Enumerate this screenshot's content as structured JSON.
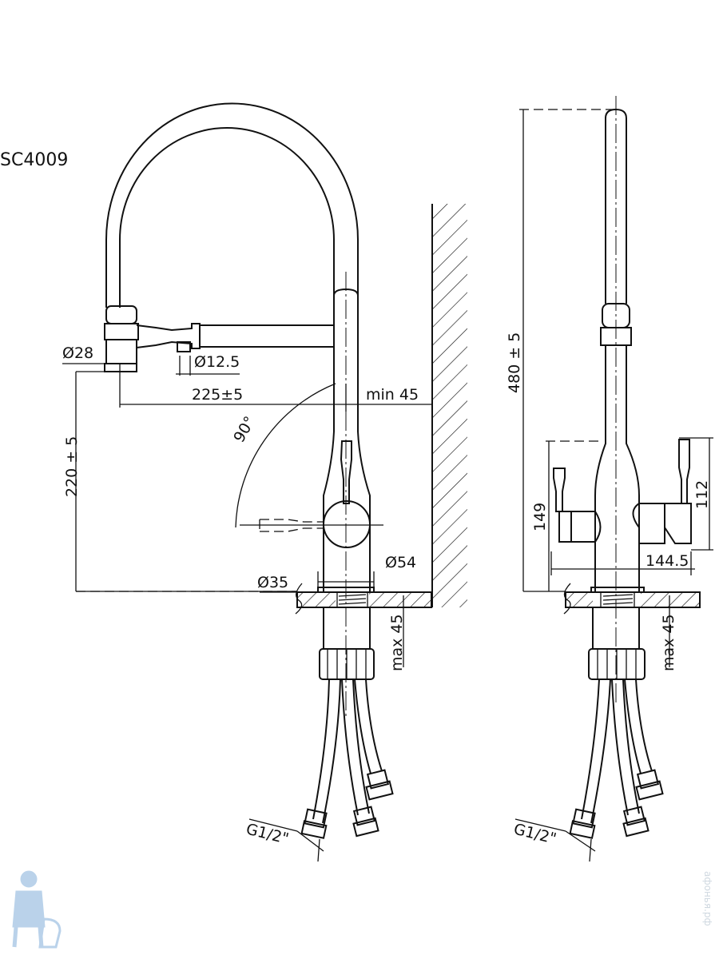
{
  "title": "SC4009",
  "front_view": {
    "dim_spray_diameter": "Ø28",
    "dim_hose_diameter": "Ø12.5",
    "dim_reach": "225±5",
    "dim_wall_clearance": "min 45",
    "dim_angle": "90°",
    "dim_spray_height": "220 ± 5",
    "dim_body_diameter": "Ø54",
    "dim_hole_diameter": "Ø35",
    "dim_counter_thickness": "max 45",
    "dim_connection": "G1/2\""
  },
  "side_view": {
    "dim_total_height": "480 ± 5",
    "dim_handle_height_left": "149",
    "dim_handle_height_right": "112",
    "dim_handle_span": "144.5",
    "dim_counter_thickness": "max 45",
    "dim_connection": "G1/2\""
  },
  "watermark": "афонья.рф",
  "colors": {
    "line": "#111111",
    "logo": "#a9c8e6"
  }
}
